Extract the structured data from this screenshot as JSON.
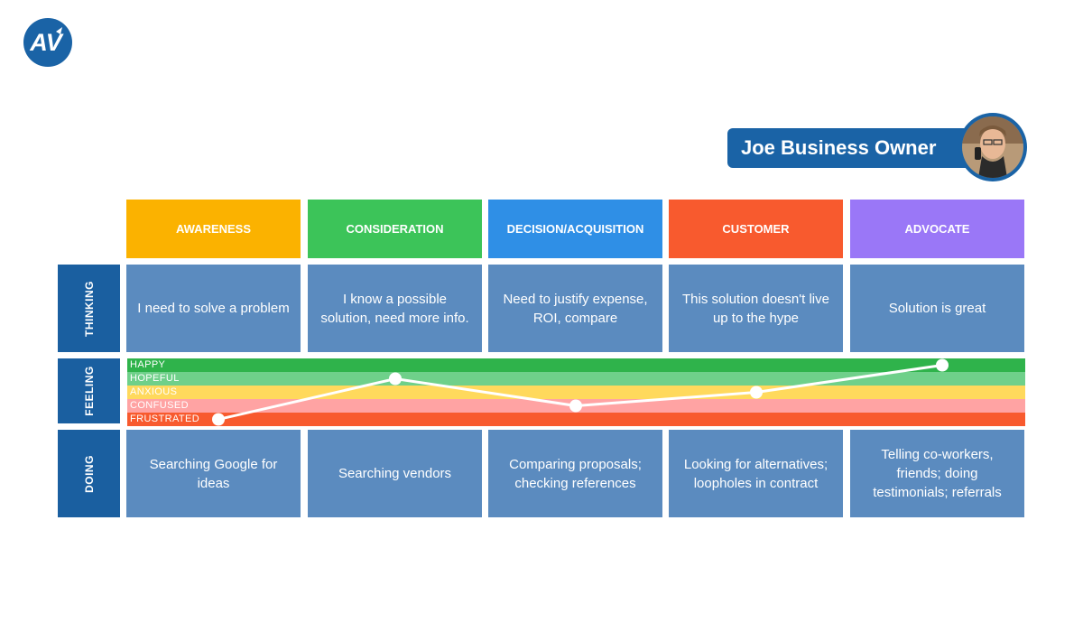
{
  "brand": {
    "logo_text": "AV",
    "logo_color": "#1a63a6"
  },
  "persona": {
    "name": "Joe Business Owner"
  },
  "stages": [
    {
      "label": "AWARENESS",
      "color": "#fbb200"
    },
    {
      "label": "CONSIDERATION",
      "color": "#3cc459"
    },
    {
      "label": "DECISION/ACQUISITION",
      "color": "#2f8fe6"
    },
    {
      "label": "CUSTOMER",
      "color": "#f85a2e"
    },
    {
      "label": "ADVOCATE",
      "color": "#9a77f7"
    }
  ],
  "rows": {
    "thinking": {
      "label": "THINKING",
      "cells": [
        "I need to solve a problem",
        "I know a possible solution, need more info.",
        "Need to justify expense, ROI, compare",
        "This solution doesn't live up to the hype",
        "Solution is great"
      ]
    },
    "feeling": {
      "label": "FEELING",
      "levels": [
        {
          "label": "HAPPY",
          "color": "#2fb34b"
        },
        {
          "label": "HOPEFUL",
          "color": "#6fd08a"
        },
        {
          "label": "ANXIOUS",
          "color": "#ffd95c"
        },
        {
          "label": "CONFUSED",
          "color": "#ffa3a3"
        },
        {
          "label": "FRUSTRATED",
          "color": "#f85a2e"
        }
      ],
      "journey": [
        "FRUSTRATED",
        "HOPEFUL",
        "CONFUSED",
        "ANXIOUS",
        "HAPPY"
      ]
    },
    "doing": {
      "label": "DOING",
      "cells": [
        "Searching Google for ideas",
        "Searching vendors",
        "Comparing proposals; checking references",
        "Looking for alternatives; loopholes in contract",
        "Telling co-workers, friends; doing testimonials; referrals"
      ]
    }
  },
  "colors": {
    "row_label_bg": "#1a5fa0",
    "cell_bg": "#5b8bbf",
    "line": "#ffffff"
  }
}
